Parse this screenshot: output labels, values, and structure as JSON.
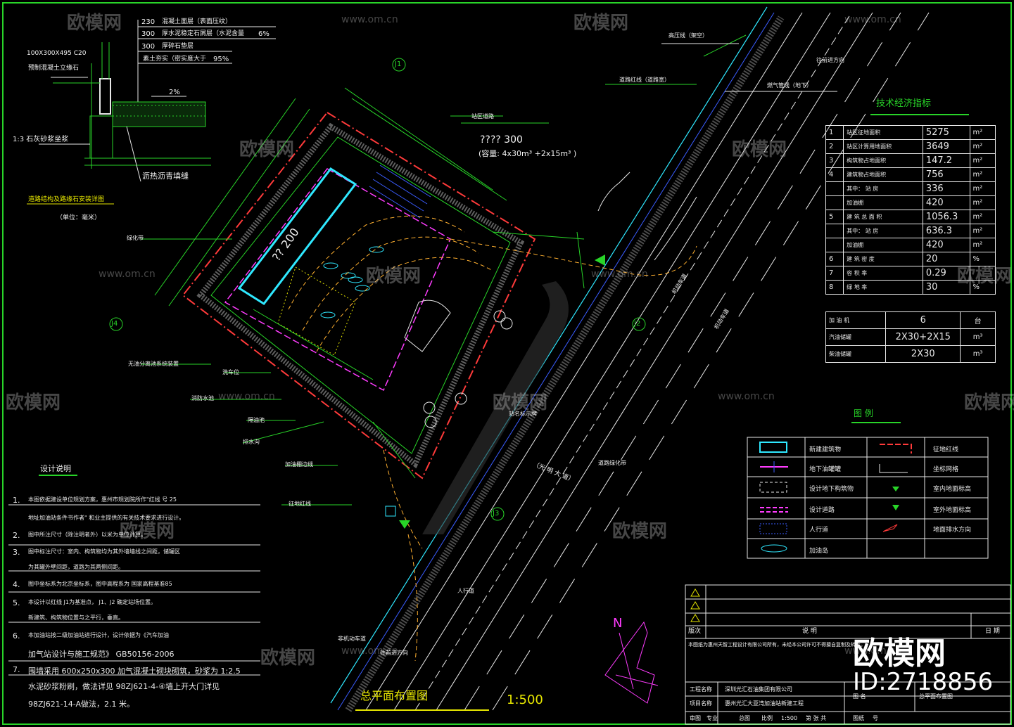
{
  "road_detail": {
    "layers": [
      {
        "thk": "230",
        "desc": "混凝土面层（表面压纹）",
        "val": ""
      },
      {
        "thk": "300",
        "desc": "厚水泥稳定石屑层（水泥含量",
        "val": "6%"
      },
      {
        "thk": "300",
        "desc": "厚碎石垫层",
        "val": ""
      },
      {
        "thk": "",
        "desc": "素土夯实（密实度大于",
        "val": "95%"
      }
    ],
    "curb_spec": "100X300X495 C20",
    "curb_label": "预制混凝土立缘石",
    "slope": "2%",
    "mortar": "1:3 石灰砂浆坐浆",
    "asphalt": "沥热沥青填缝",
    "title": "道路结构及路缘石安装详图",
    "unit": "（单位：毫米）"
  },
  "plan": {
    "markers": [
      "J1",
      "J2",
      "J3",
      "J4"
    ],
    "tank_label": "?? 200",
    "canopy_label": "???? 300",
    "tank_capacity": "(容量:   4x30m³ +2x15m³ )",
    "labels": {
      "road_red_line": "道路红线（道路宽）",
      "gas_line": "燃气管线（地下）",
      "high_voltage": "高压线（架空）",
      "traffic_dir": "往前进方向",
      "grass": "绿化带",
      "oil_sep": "无油分离池系统装置",
      "wash": "洗车位",
      "fire_pool": "消防水池",
      "oil_trap": "隔油池",
      "drain": "排水沟",
      "canopy_edge": "加油棚边线",
      "land_line": "征地红线",
      "site_road": "站区道路",
      "road_name": "（光  明  大  道）",
      "lane1": "机动车道",
      "lane2": "机动车道",
      "lane3": "非机动车道",
      "lane4": "往前进方向",
      "green_belt": "道路绿化带",
      "sign": "站名标示牌",
      "sidewalk": "人行道"
    },
    "title": "总平面布置图",
    "scale": "1:500",
    "north": "N"
  },
  "tech_table": {
    "title": "技术经济指标",
    "rows": [
      {
        "no": "1",
        "name": "站区征地面积",
        "val": "5275",
        "unit": "m²"
      },
      {
        "no": "2",
        "name": "站区计算用地面积",
        "val": "3649",
        "unit": "m²"
      },
      {
        "no": "3",
        "name": "构筑物占地面积",
        "val": "147.2",
        "unit": "m²"
      },
      {
        "no": "4",
        "name": "建筑物占地面积",
        "val": "756",
        "unit": "m²"
      },
      {
        "no": "",
        "name": "其中：  站    房",
        "val": "336",
        "unit": "m²"
      },
      {
        "no": "",
        "name": "加油棚",
        "val": "420",
        "unit": "m²"
      },
      {
        "no": "5",
        "name": "建  筑  总  面  积",
        "val": "1056.3",
        "unit": "m²"
      },
      {
        "no": "",
        "name": "其中：  站    房",
        "val": "636.3",
        "unit": "m²"
      },
      {
        "no": "",
        "name": "加油棚",
        "val": "420",
        "unit": "m²"
      },
      {
        "no": "6",
        "name": "建  筑  密  度",
        "val": "20",
        "unit": "%"
      },
      {
        "no": "7",
        "name": "容  积  率",
        "val": "0.29",
        "unit": ""
      },
      {
        "no": "8",
        "name": "绿  地  率",
        "val": "30",
        "unit": "%"
      }
    ]
  },
  "equip_table": {
    "rows": [
      {
        "name": "加  油  机",
        "val": "6",
        "unit": "台"
      },
      {
        "name": "汽油储罐",
        "val": "2X30+2X15",
        "unit": "m³"
      },
      {
        "name": "柴油储罐",
        "val": "2X30",
        "unit": "m³"
      }
    ]
  },
  "legend": {
    "title": "图   例",
    "items": [
      {
        "label": "新建建筑物",
        "label2": "征地红线"
      },
      {
        "label": "地下油罐罐",
        "label2": "坐标网格"
      },
      {
        "label": "设计地下构筑物",
        "label2": "室内地面标高"
      },
      {
        "label": "设计道路",
        "label2": "室外地面标高"
      },
      {
        "label": "人行道",
        "label2": "地面排水方向"
      },
      {
        "label": "加油岛",
        "label2": ""
      }
    ]
  },
  "notes": {
    "title": "设计说明",
    "lines": [
      {
        "no": "1.",
        "text": "本图依据建设单位规划方案，惠州市规划院所作\"红线                号      25"
      },
      {
        "no": "",
        "text": "地址加油站条件书作者\"               和业主提供的有关技术要求进行设计。"
      },
      {
        "no": "2.",
        "text": "图中所注尺寸（除注明者外）以米为单位计算。"
      },
      {
        "no": "3.",
        "text": "图中标注尺寸：室内、构筑物均为其外墙墙线之间距，储罐区"
      },
      {
        "no": "",
        "text": "为其罐外壁间距，道路为其两侧间距。"
      },
      {
        "no": "4.",
        "text": "图中坐标系为北京坐标系，图中高程系为                国家高程基准85"
      },
      {
        "no": "5.",
        "text": "本设计以红线       J1为基准点，     J1、J2 确定站场位置。"
      },
      {
        "no": "",
        "text": "新建筑、构筑物位置与之平行，垂直。"
      },
      {
        "no": "6.",
        "text": "本加油站按二级加油站进行设计，设计依据为《汽车加油"
      },
      {
        "no": "",
        "text": "加气站设计与施工规范》              GB50156-2006"
      },
      {
        "no": "7.",
        "text": "围墙采用       600x250x300    加气混凝土砌块砌筑，砂浆为       1:2.5"
      },
      {
        "no": "",
        "text": "水泥砂浆粉刷，做法详见          98ZJ621-4-④墙上开大门详见"
      },
      {
        "no": "",
        "text": "98ZJ621-14-A做法，2.1 米。"
      }
    ]
  },
  "title_block": {
    "row_labels": [
      "版次",
      "说      明",
      "日  期"
    ],
    "copyright": "本图纸为惠州天智工程设计有限公司所有，未经本公司许可不得擅自复制及转让。",
    "project_label": "工程名称",
    "project": "深圳光汇石油集团有限公司",
    "item_label": "项目名称",
    "item": "惠州光汇大亚湾加油站新建工程",
    "drawing_label": "图  名",
    "drawing": "总平面布置图",
    "foot": [
      "审图",
      "专业",
      "总图",
      "比例",
      "1:500",
      "第   张   共",
      "图纸",
      "号"
    ]
  },
  "watermarks": {
    "brand": "欧模网",
    "url": "www.om.cn",
    "id": "ID:2718856"
  },
  "colors": {
    "background": "#000000",
    "green": "#28d428",
    "cyan": "#2fe8ff",
    "magenta": "#ff3cff",
    "red": "#ff3a3a",
    "yellow": "#e6e600",
    "blue": "#3a5cff"
  }
}
